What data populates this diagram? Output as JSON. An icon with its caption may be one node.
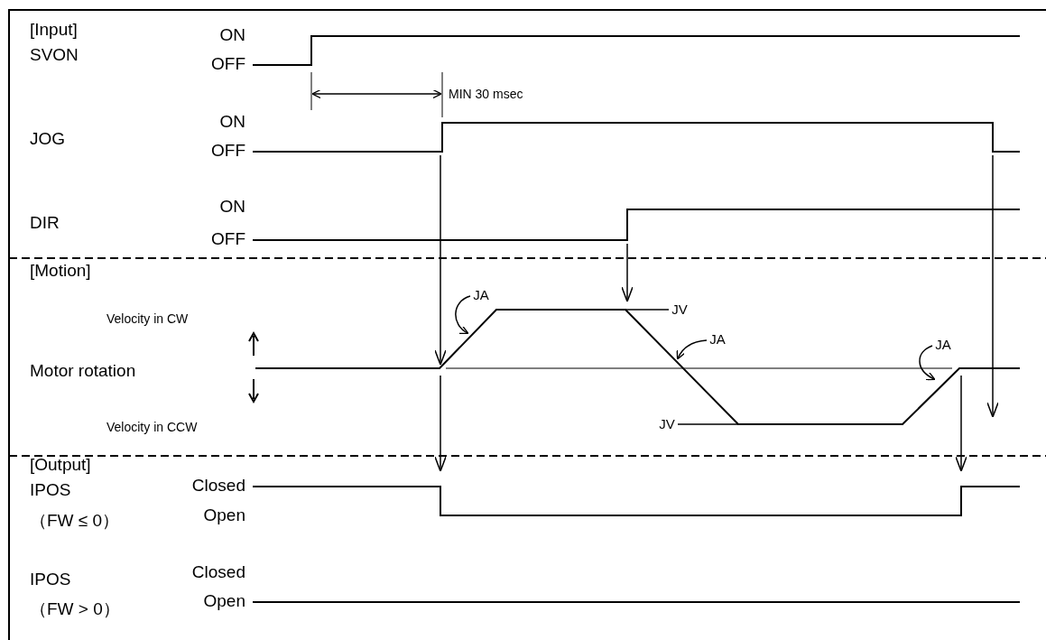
{
  "diagram": {
    "nodes": [
      {
        "text": [
          "JA"
        ]
      },
      {
        "text": [
          "JV"
        ]
      },
      {
        "text": [
          "JA"
        ]
      },
      {
        "text": [
          "JA"
        ]
      },
      {
        "text": [
          "JV"
        ]
      }
    ],
    "edges": [
      {
        "from": 0,
        "to": null,
        "arrow": "to"
      },
      {
        "from": 1,
        "to": null,
        "arrow": "none"
      },
      {
        "from": 2,
        "to": null,
        "arrow": "to"
      },
      {
        "from": 3,
        "to": null,
        "arrow": "to"
      },
      {
        "from": 4,
        "to": null,
        "arrow": "none"
      }
    ],
    "labels": [
      "[Input]",
      "SVON",
      "ON",
      "OFF",
      "MIN 30 msec",
      "ON",
      "JOG",
      "OFF",
      "ON",
      "DIR",
      "OFF",
      "[Motion]",
      "Velocity in CW",
      "Motor rotation",
      "Velocity in CCW",
      "[Output]",
      "Closed",
      "IPOS",
      "Open",
      "（FW ≤ 0）",
      "Closed",
      "IPOS",
      "Open",
      "（FW > 0）"
    ]
  }
}
